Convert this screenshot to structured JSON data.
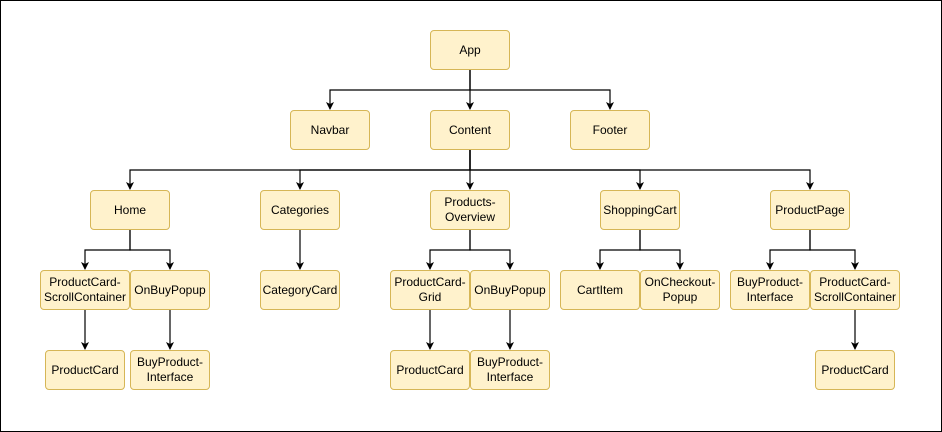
{
  "diagram": {
    "type": "tree",
    "colors": {
      "node_fill": "#fff2cc",
      "node_border": "#d6b656",
      "edge": "#000000",
      "text": "#000000",
      "frame": "#000000"
    },
    "nodes": [
      {
        "id": "app",
        "label": "App"
      },
      {
        "id": "navbar",
        "label": "Navbar"
      },
      {
        "id": "content",
        "label": "Content"
      },
      {
        "id": "footer",
        "label": "Footer"
      },
      {
        "id": "home",
        "label": "Home"
      },
      {
        "id": "categories",
        "label": "Categories"
      },
      {
        "id": "products-overview",
        "label": "Products-\nOverview"
      },
      {
        "id": "shoppingcart",
        "label": "ShoppingCart"
      },
      {
        "id": "productpage",
        "label": "ProductPage"
      },
      {
        "id": "home-productcard-scrollcontainer",
        "label": "ProductCard-\nScrollContainer"
      },
      {
        "id": "home-onbuypopup",
        "label": "OnBuyPopup"
      },
      {
        "id": "categorycard",
        "label": "CategoryCard"
      },
      {
        "id": "productcard-grid",
        "label": "ProductCard-\nGrid"
      },
      {
        "id": "overview-onbuypopup",
        "label": "OnBuyPopup"
      },
      {
        "id": "cartitem",
        "label": "CartItem"
      },
      {
        "id": "oncheckout-popup",
        "label": "OnCheckout-\nPopup"
      },
      {
        "id": "productpage-buyproduct-interface",
        "label": "BuyProduct-\nInterface"
      },
      {
        "id": "productpage-productcard-scrollcontainer",
        "label": "ProductCard-\nScrollContainer"
      },
      {
        "id": "home-productcard",
        "label": "ProductCard"
      },
      {
        "id": "home-buyproduct-interface",
        "label": "BuyProduct-\nInterface"
      },
      {
        "id": "grid-productcard",
        "label": "ProductCard"
      },
      {
        "id": "overview-buyproduct-interface",
        "label": "BuyProduct-\nInterface"
      },
      {
        "id": "productpage-productcard",
        "label": "ProductCard"
      }
    ],
    "edges": [
      {
        "from": "app",
        "to": "navbar"
      },
      {
        "from": "app",
        "to": "content"
      },
      {
        "from": "app",
        "to": "footer"
      },
      {
        "from": "content",
        "to": "home"
      },
      {
        "from": "content",
        "to": "categories"
      },
      {
        "from": "content",
        "to": "products-overview"
      },
      {
        "from": "content",
        "to": "shoppingcart"
      },
      {
        "from": "content",
        "to": "productpage"
      },
      {
        "from": "home",
        "to": "home-productcard-scrollcontainer"
      },
      {
        "from": "home",
        "to": "home-onbuypopup"
      },
      {
        "from": "categories",
        "to": "categorycard"
      },
      {
        "from": "products-overview",
        "to": "productcard-grid"
      },
      {
        "from": "products-overview",
        "to": "overview-onbuypopup"
      },
      {
        "from": "shoppingcart",
        "to": "cartitem"
      },
      {
        "from": "shoppingcart",
        "to": "oncheckout-popup"
      },
      {
        "from": "productpage",
        "to": "productpage-buyproduct-interface"
      },
      {
        "from": "productpage",
        "to": "productpage-productcard-scrollcontainer"
      },
      {
        "from": "home-productcard-scrollcontainer",
        "to": "home-productcard"
      },
      {
        "from": "home-onbuypopup",
        "to": "home-buyproduct-interface"
      },
      {
        "from": "productcard-grid",
        "to": "grid-productcard"
      },
      {
        "from": "overview-onbuypopup",
        "to": "overview-buyproduct-interface"
      },
      {
        "from": "productpage-productcard-scrollcontainer",
        "to": "productpage-productcard"
      }
    ]
  }
}
